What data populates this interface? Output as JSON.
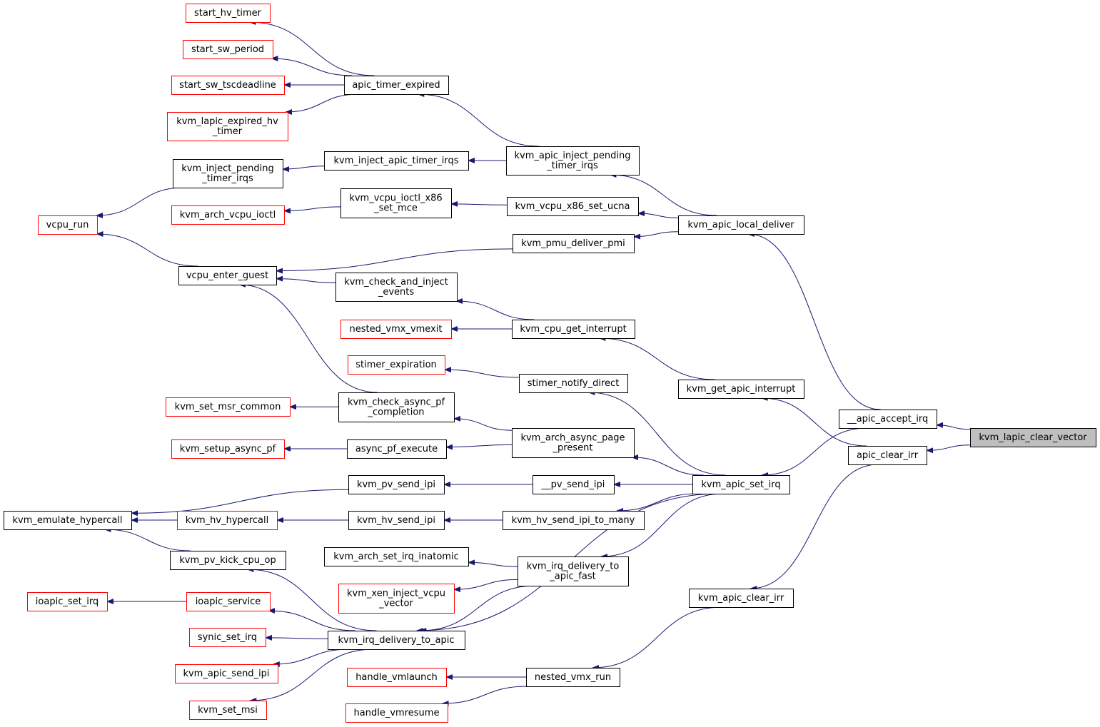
{
  "colors": {
    "edge": "#191970",
    "normal_border": "#000000",
    "truncated_border": "#ff0000",
    "highlight_fill": "#bfbfbf",
    "background": "#ffffff"
  },
  "root": "kvm_lapic_clear_vector",
  "nodes": [
    {
      "id": "start_hv_timer",
      "lines": [
        "start_hv_timer"
      ],
      "style": "truncated"
    },
    {
      "id": "start_sw_period",
      "lines": [
        "start_sw_period"
      ],
      "style": "truncated"
    },
    {
      "id": "start_sw_tscdeadline",
      "lines": [
        "start_sw_tscdeadline"
      ],
      "style": "truncated"
    },
    {
      "id": "kvm_lapic_expired_hv_timer",
      "lines": [
        "kvm_lapic_expired_hv",
        "_timer"
      ],
      "style": "truncated"
    },
    {
      "id": "apic_timer_expired",
      "lines": [
        "apic_timer_expired"
      ],
      "style": "normal"
    },
    {
      "id": "kvm_inject_pending_timer_irqs",
      "lines": [
        "kvm_inject_pending",
        "_timer_irqs"
      ],
      "style": "normal"
    },
    {
      "id": "kvm_inject_apic_timer_irqs",
      "lines": [
        "kvm_inject_apic_timer_irqs"
      ],
      "style": "normal"
    },
    {
      "id": "kvm_apic_inject_pending_timer_irqs",
      "lines": [
        "kvm_apic_inject_pending",
        "_timer_irqs"
      ],
      "style": "normal"
    },
    {
      "id": "vcpu_run",
      "lines": [
        "vcpu_run"
      ],
      "style": "truncated"
    },
    {
      "id": "kvm_arch_vcpu_ioctl",
      "lines": [
        "kvm_arch_vcpu_ioctl"
      ],
      "style": "truncated"
    },
    {
      "id": "kvm_vcpu_ioctl_x86_set_mce",
      "lines": [
        "kvm_vcpu_ioctl_x86",
        "_set_mce"
      ],
      "style": "normal"
    },
    {
      "id": "kvm_vcpu_x86_set_ucna",
      "lines": [
        "kvm_vcpu_x86_set_ucna"
      ],
      "style": "normal"
    },
    {
      "id": "kvm_apic_local_deliver",
      "lines": [
        "kvm_apic_local_deliver"
      ],
      "style": "normal"
    },
    {
      "id": "kvm_pmu_deliver_pmi",
      "lines": [
        "kvm_pmu_deliver_pmi"
      ],
      "style": "normal"
    },
    {
      "id": "vcpu_enter_guest",
      "lines": [
        "vcpu_enter_guest"
      ],
      "style": "normal"
    },
    {
      "id": "kvm_check_and_inject_events",
      "lines": [
        "kvm_check_and_inject",
        "_events"
      ],
      "style": "normal"
    },
    {
      "id": "nested_vmx_vmexit",
      "lines": [
        "nested_vmx_vmexit"
      ],
      "style": "truncated"
    },
    {
      "id": "kvm_cpu_get_interrupt",
      "lines": [
        "kvm_cpu_get_interrupt"
      ],
      "style": "normal"
    },
    {
      "id": "stimer_expiration",
      "lines": [
        "stimer_expiration"
      ],
      "style": "truncated"
    },
    {
      "id": "stimer_notify_direct",
      "lines": [
        "stimer_notify_direct"
      ],
      "style": "normal"
    },
    {
      "id": "kvm_get_apic_interrupt",
      "lines": [
        "kvm_get_apic_interrupt"
      ],
      "style": "normal"
    },
    {
      "id": "kvm_set_msr_common",
      "lines": [
        "kvm_set_msr_common"
      ],
      "style": "truncated"
    },
    {
      "id": "kvm_check_async_pf_completion",
      "lines": [
        "kvm_check_async_pf",
        "_completion"
      ],
      "style": "normal"
    },
    {
      "id": "apic_accept_irq",
      "lines": [
        "__apic_accept_irq"
      ],
      "style": "normal"
    },
    {
      "id": "kvm_lapic_clear_vector",
      "lines": [
        "kvm_lapic_clear_vector"
      ],
      "style": "highlight"
    },
    {
      "id": "apic_clear_irr",
      "lines": [
        "apic_clear_irr"
      ],
      "style": "normal"
    },
    {
      "id": "kvm_arch_async_page_present",
      "lines": [
        "kvm_arch_async_page",
        "_present"
      ],
      "style": "normal"
    },
    {
      "id": "kvm_setup_async_pf",
      "lines": [
        "kvm_setup_async_pf"
      ],
      "style": "truncated"
    },
    {
      "id": "async_pf_execute",
      "lines": [
        "async_pf_execute"
      ],
      "style": "normal"
    },
    {
      "id": "kvm_pv_send_ipi",
      "lines": [
        "kvm_pv_send_ipi"
      ],
      "style": "normal"
    },
    {
      "id": "pv_send_ipi",
      "lines": [
        "__pv_send_ipi"
      ],
      "style": "normal"
    },
    {
      "id": "kvm_apic_set_irq",
      "lines": [
        "kvm_apic_set_irq"
      ],
      "style": "normal"
    },
    {
      "id": "kvm_emulate_hypercall",
      "lines": [
        "kvm_emulate_hypercall"
      ],
      "style": "normal"
    },
    {
      "id": "kvm_hv_hypercall",
      "lines": [
        "kvm_hv_hypercall"
      ],
      "style": "truncated"
    },
    {
      "id": "kvm_hv_send_ipi",
      "lines": [
        "kvm_hv_send_ipi"
      ],
      "style": "normal"
    },
    {
      "id": "kvm_hv_send_ipi_to_many",
      "lines": [
        "kvm_hv_send_ipi_to_many"
      ],
      "style": "normal"
    },
    {
      "id": "kvm_pv_kick_cpu_op",
      "lines": [
        "kvm_pv_kick_cpu_op"
      ],
      "style": "normal"
    },
    {
      "id": "kvm_arch_set_irq_inatomic",
      "lines": [
        "kvm_arch_set_irq_inatomic"
      ],
      "style": "normal"
    },
    {
      "id": "kvm_irq_delivery_to_apic_fast",
      "lines": [
        "kvm_irq_delivery_to",
        "_apic_fast"
      ],
      "style": "normal"
    },
    {
      "id": "kvm_xen_inject_vcpu_vector",
      "lines": [
        "kvm_xen_inject_vcpu",
        "_vector"
      ],
      "style": "truncated"
    },
    {
      "id": "kvm_apic_clear_irr",
      "lines": [
        "kvm_apic_clear_irr"
      ],
      "style": "normal"
    },
    {
      "id": "ioapic_set_irq",
      "lines": [
        "ioapic_set_irq"
      ],
      "style": "truncated"
    },
    {
      "id": "ioapic_service",
      "lines": [
        "ioapic_service"
      ],
      "style": "truncated"
    },
    {
      "id": "synic_set_irq",
      "lines": [
        "synic_set_irq"
      ],
      "style": "truncated"
    },
    {
      "id": "kvm_irq_delivery_to_apic",
      "lines": [
        "kvm_irq_delivery_to_apic"
      ],
      "style": "normal"
    },
    {
      "id": "kvm_apic_send_ipi",
      "lines": [
        "kvm_apic_send_ipi"
      ],
      "style": "truncated"
    },
    {
      "id": "handle_vmlaunch",
      "lines": [
        "handle_vmlaunch"
      ],
      "style": "truncated"
    },
    {
      "id": "nested_vmx_run",
      "lines": [
        "nested_vmx_run"
      ],
      "style": "normal"
    },
    {
      "id": "kvm_set_msi",
      "lines": [
        "kvm_set_msi"
      ],
      "style": "truncated"
    },
    {
      "id": "handle_vmresume",
      "lines": [
        "handle_vmresume"
      ],
      "style": "truncated"
    }
  ],
  "edges": [
    {
      "from": "start_hv_timer",
      "to": "apic_timer_expired"
    },
    {
      "from": "start_sw_period",
      "to": "apic_timer_expired"
    },
    {
      "from": "start_sw_tscdeadline",
      "to": "apic_timer_expired"
    },
    {
      "from": "kvm_lapic_expired_hv_timer",
      "to": "apic_timer_expired"
    },
    {
      "from": "apic_timer_expired",
      "to": "kvm_apic_inject_pending_timer_irqs"
    },
    {
      "from": "kvm_inject_pending_timer_irqs",
      "to": "kvm_inject_apic_timer_irqs"
    },
    {
      "from": "kvm_inject_apic_timer_irqs",
      "to": "kvm_apic_inject_pending_timer_irqs"
    },
    {
      "from": "kvm_apic_inject_pending_timer_irqs",
      "to": "kvm_apic_local_deliver"
    },
    {
      "from": "vcpu_run",
      "to": "kvm_inject_pending_timer_irqs"
    },
    {
      "from": "vcpu_run",
      "to": "vcpu_enter_guest"
    },
    {
      "from": "kvm_arch_vcpu_ioctl",
      "to": "kvm_vcpu_ioctl_x86_set_mce"
    },
    {
      "from": "kvm_vcpu_ioctl_x86_set_mce",
      "to": "kvm_vcpu_x86_set_ucna"
    },
    {
      "from": "kvm_vcpu_x86_set_ucna",
      "to": "kvm_apic_local_deliver"
    },
    {
      "from": "kvm_pmu_deliver_pmi",
      "to": "kvm_apic_local_deliver"
    },
    {
      "from": "vcpu_enter_guest",
      "to": "kvm_pmu_deliver_pmi"
    },
    {
      "from": "vcpu_enter_guest",
      "to": "kvm_check_and_inject_events"
    },
    {
      "from": "vcpu_enter_guest",
      "to": "kvm_check_async_pf_completion"
    },
    {
      "from": "kvm_check_and_inject_events",
      "to": "kvm_cpu_get_interrupt"
    },
    {
      "from": "nested_vmx_vmexit",
      "to": "kvm_cpu_get_interrupt"
    },
    {
      "from": "kvm_cpu_get_interrupt",
      "to": "kvm_get_apic_interrupt"
    },
    {
      "from": "stimer_expiration",
      "to": "stimer_notify_direct"
    },
    {
      "from": "stimer_notify_direct",
      "to": "kvm_apic_set_irq"
    },
    {
      "from": "kvm_get_apic_interrupt",
      "to": "apic_clear_irr"
    },
    {
      "from": "kvm_apic_local_deliver",
      "to": "apic_accept_irq"
    },
    {
      "from": "kvm_set_msr_common",
      "to": "kvm_check_async_pf_completion"
    },
    {
      "from": "kvm_check_async_pf_completion",
      "to": "kvm_arch_async_page_present"
    },
    {
      "from": "kvm_setup_async_pf",
      "to": "async_pf_execute"
    },
    {
      "from": "async_pf_execute",
      "to": "kvm_arch_async_page_present"
    },
    {
      "from": "kvm_arch_async_page_present",
      "to": "kvm_apic_set_irq"
    },
    {
      "from": "apic_accept_irq",
      "to": "kvm_lapic_clear_vector"
    },
    {
      "from": "apic_clear_irr",
      "to": "kvm_lapic_clear_vector"
    },
    {
      "from": "kvm_apic_set_irq",
      "to": "apic_accept_irq"
    },
    {
      "from": "kvm_pv_send_ipi",
      "to": "pv_send_ipi"
    },
    {
      "from": "pv_send_ipi",
      "to": "kvm_apic_set_irq"
    },
    {
      "from": "kvm_emulate_hypercall",
      "to": "kvm_pv_send_ipi"
    },
    {
      "from": "kvm_emulate_hypercall",
      "to": "kvm_hv_hypercall"
    },
    {
      "from": "kvm_emulate_hypercall",
      "to": "kvm_pv_kick_cpu_op"
    },
    {
      "from": "kvm_hv_hypercall",
      "to": "kvm_hv_send_ipi"
    },
    {
      "from": "kvm_hv_send_ipi",
      "to": "kvm_hv_send_ipi_to_many"
    },
    {
      "from": "kvm_hv_send_ipi_to_many",
      "to": "kvm_apic_set_irq"
    },
    {
      "from": "kvm_pv_kick_cpu_op",
      "to": "kvm_irq_delivery_to_apic"
    },
    {
      "from": "kvm_arch_set_irq_inatomic",
      "to": "kvm_irq_delivery_to_apic_fast"
    },
    {
      "from": "kvm_xen_inject_vcpu_vector",
      "to": "kvm_irq_delivery_to_apic_fast"
    },
    {
      "from": "kvm_irq_delivery_to_apic_fast",
      "to": "kvm_apic_set_irq"
    },
    {
      "from": "kvm_irq_delivery_to_apic",
      "to": "kvm_irq_delivery_to_apic_fast"
    },
    {
      "from": "kvm_irq_delivery_to_apic",
      "to": "kvm_apic_set_irq"
    },
    {
      "from": "ioapic_set_irq",
      "to": "ioapic_service"
    },
    {
      "from": "ioapic_service",
      "to": "kvm_irq_delivery_to_apic"
    },
    {
      "from": "synic_set_irq",
      "to": "kvm_irq_delivery_to_apic"
    },
    {
      "from": "kvm_apic_send_ipi",
      "to": "kvm_irq_delivery_to_apic"
    },
    {
      "from": "kvm_set_msi",
      "to": "kvm_irq_delivery_to_apic"
    },
    {
      "from": "kvm_apic_clear_irr",
      "to": "apic_clear_irr"
    },
    {
      "from": "nested_vmx_run",
      "to": "kvm_apic_clear_irr"
    },
    {
      "from": "handle_vmlaunch",
      "to": "nested_vmx_run"
    },
    {
      "from": "handle_vmresume",
      "to": "nested_vmx_run"
    }
  ]
}
